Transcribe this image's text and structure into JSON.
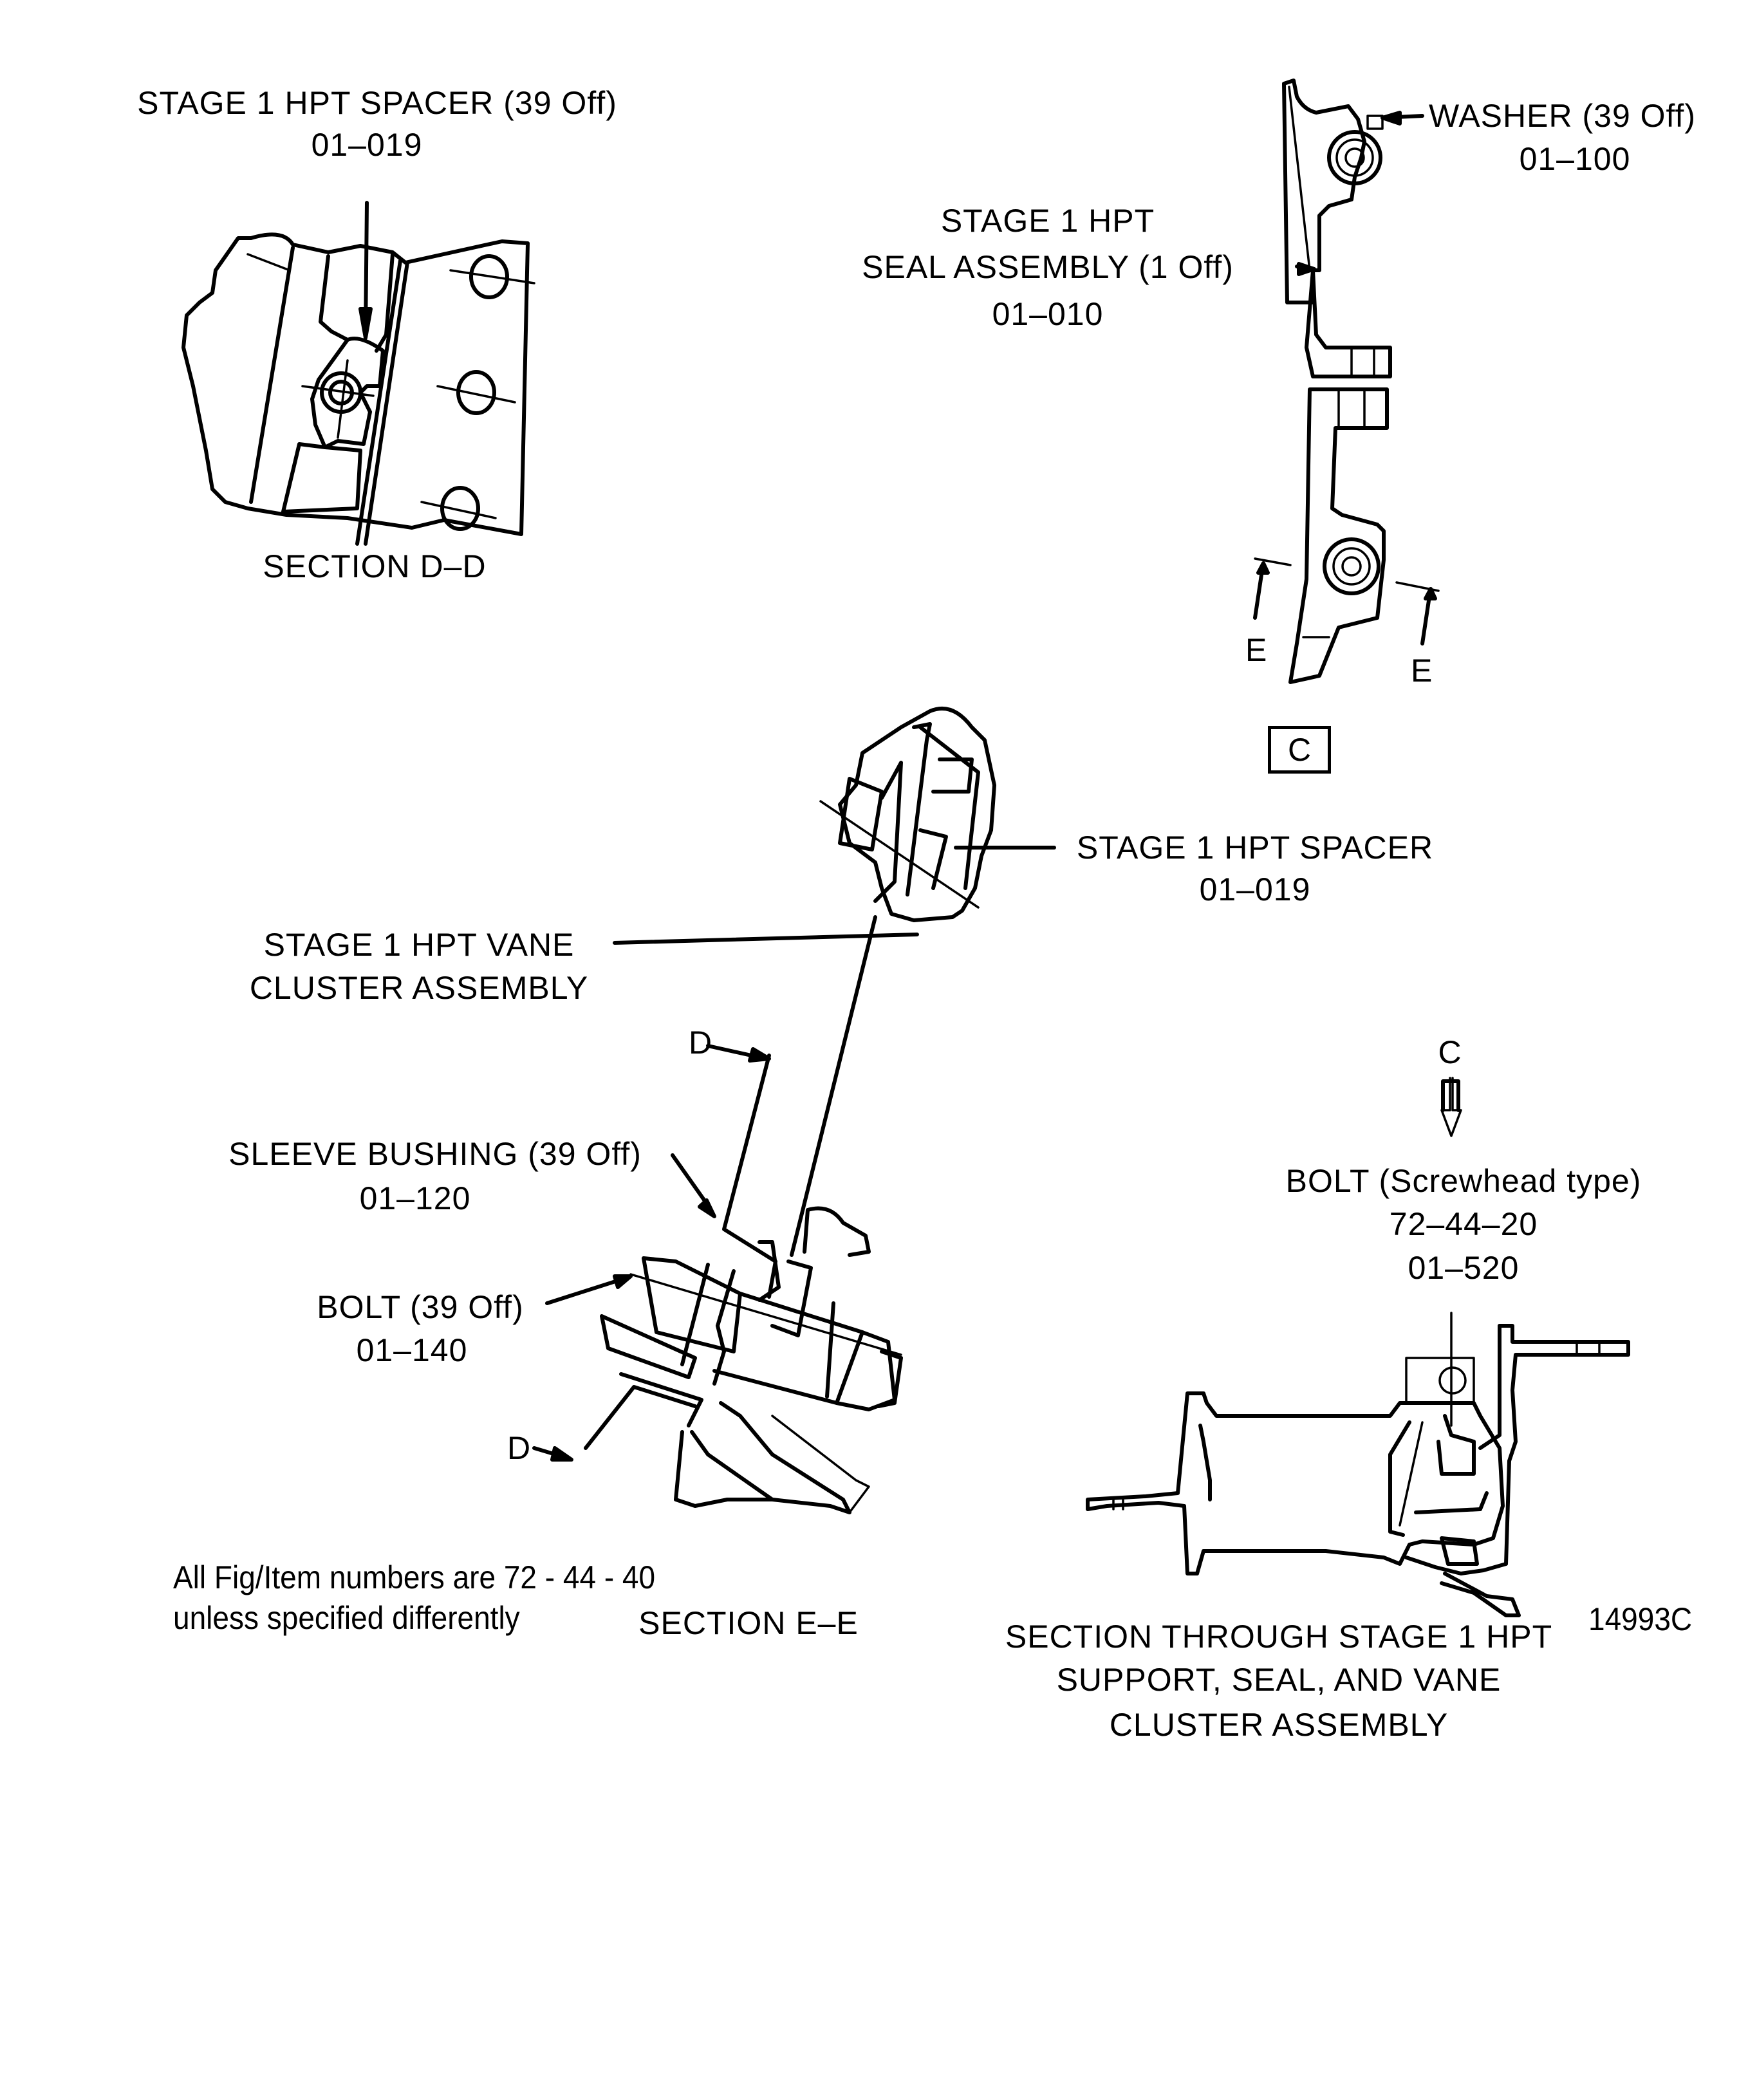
{
  "figure": {
    "id": "14993C",
    "footnote": [
      "All Fig/Item numbers are 72 - 44 - 40",
      "unless specified differently"
    ],
    "view_marker": "C",
    "section_markers": {
      "D": "D",
      "E": "E",
      "C": "C"
    }
  },
  "section_dd": {
    "title": "SECTION D–D",
    "callouts": [
      {
        "name": "STAGE 1 HPT SPACER (39 Off)",
        "item": "01–019"
      }
    ]
  },
  "view_c": {
    "callouts": [
      {
        "name": "WASHER (39 Off)",
        "item": "01–100"
      },
      {
        "name_lines": [
          "STAGE 1 HPT",
          "SEAL ASSEMBLY (1 Off)"
        ],
        "item": "01–010"
      }
    ]
  },
  "section_ee": {
    "title": "SECTION E–E",
    "callouts": [
      {
        "name": "STAGE 1 HPT SPACER",
        "item": "01–019"
      },
      {
        "name_lines": [
          "STAGE 1 HPT VANE",
          "CLUSTER ASSEMBLY"
        ]
      },
      {
        "name": "SLEEVE BUSHING (39 Off)",
        "item": "01–120"
      },
      {
        "name": "BOLT (39 Off)",
        "item": "01–140"
      }
    ]
  },
  "section_support": {
    "title_lines": [
      "SECTION THROUGH STAGE 1 HPT",
      "SUPPORT, SEAL, AND VANE",
      "CLUSTER ASSEMBLY"
    ],
    "callouts": [
      {
        "name": "BOLT (Screwhead type)",
        "fig": "72–44–20",
        "item": "01–520"
      }
    ]
  }
}
